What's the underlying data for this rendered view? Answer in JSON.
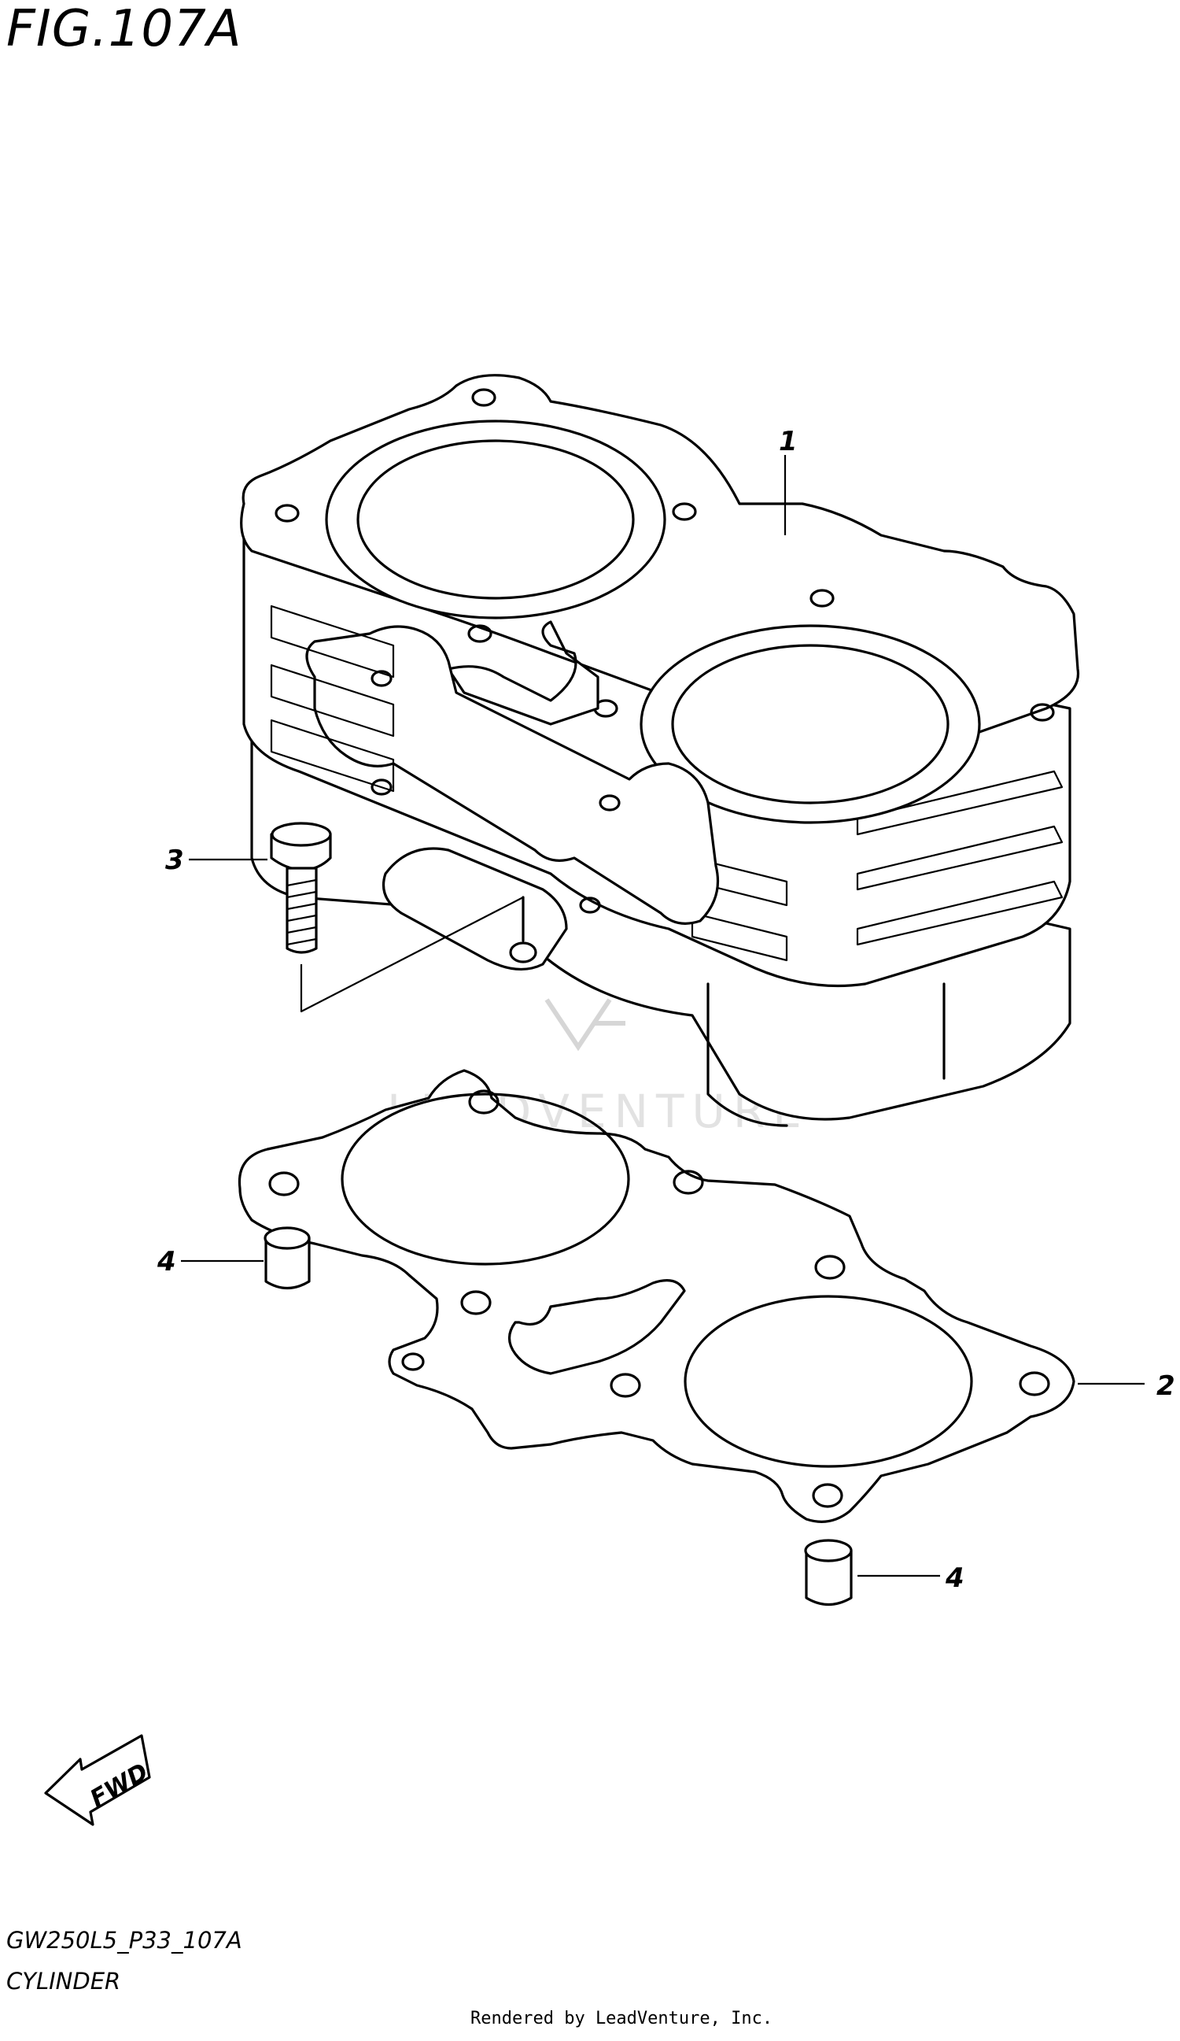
{
  "figure": {
    "title": "FIG.107A",
    "code": "GW250L5_P33_107A",
    "caption": "CYLINDER"
  },
  "callouts": [
    {
      "id": "cylinder",
      "number": "1"
    },
    {
      "id": "gasket",
      "number": "2"
    },
    {
      "id": "bolt",
      "number": "3"
    },
    {
      "id": "dowel-upper",
      "number": "4"
    },
    {
      "id": "dowel-lower",
      "number": "4"
    }
  ],
  "direction": {
    "label": "FWD"
  },
  "credit": "Rendered by LeadVenture, Inc.",
  "watermark": {
    "text": "LEADVENTURE"
  }
}
